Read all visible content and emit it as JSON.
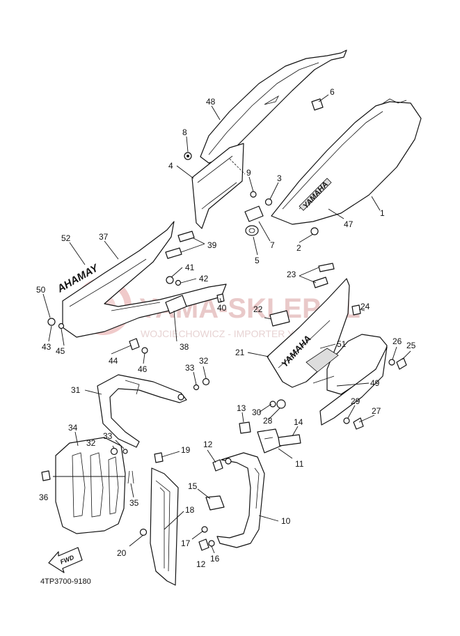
{
  "diagram": {
    "watermark": {
      "main": "YAMA-SKLEP.PL",
      "sub": "WOJCIECHOWICZ - IMPORTER YAMAHA"
    },
    "drawing_code": "4TP3700-9180",
    "fwd_label": "FWD",
    "decals": {
      "left": "AHAMAY",
      "right": "YAMAHA"
    },
    "callouts": [
      "48",
      "6",
      "8",
      "4",
      "9",
      "3",
      "1",
      "47",
      "2",
      "7",
      "5",
      "52",
      "37",
      "39",
      "41",
      "42",
      "40",
      "38",
      "50",
      "43",
      "45",
      "44",
      "46",
      "23",
      "22",
      "24",
      "51",
      "21",
      "26",
      "25",
      "49",
      "33",
      "32",
      "31",
      "13",
      "30",
      "28",
      "29",
      "27",
      "14",
      "34",
      "12",
      "11",
      "19",
      "36",
      "35",
      "15",
      "18",
      "10",
      "17",
      "20",
      "16"
    ]
  }
}
